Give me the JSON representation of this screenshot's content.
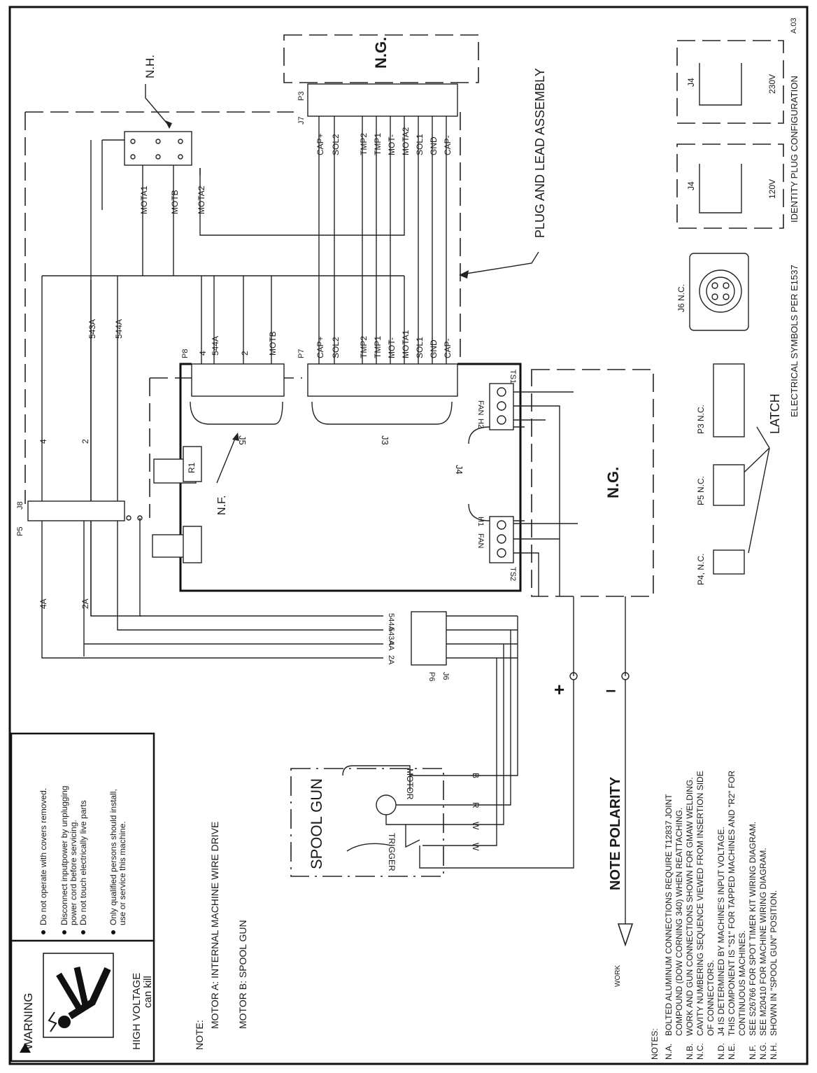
{
  "sheet_code": "A.03",
  "warning": {
    "title": "WARNING",
    "caption_line1": "HIGH VOLTAGE",
    "caption_line2": "can kill",
    "bullets": [
      "Do not operate with covers removed.",
      "Disconnect inputpower by unplugging",
      "power cord before servicing.",
      "Do not touch electrically live parts",
      "Only qualified persons should install,",
      "use or service this machine."
    ]
  },
  "motor_note": {
    "heading": "NOTE:",
    "line_a": "MOTOR A: INTERNAL MACHINE WIRE DRIVE",
    "line_b": "MOTOR B: SPOOL GUN"
  },
  "labels": {
    "nh": "N.H.",
    "ng": "N.G.",
    "nf": "N.F.",
    "plug_lead": "PLUG AND LEAD ASSEMBLY",
    "spool_gun": "SPOOL GUN",
    "motor": "MOTOR",
    "trigger": "TRIGGER",
    "note_polarity": "NOTE POLARITY",
    "work": "WORK",
    "plus": "+",
    "minus": "–",
    "latch": "LATCH",
    "elec_symbols": "ELECTRICAL SYMBOLS PER E1537",
    "identity_plug": "IDENTITY PLUG CONFIGURATION",
    "v120": "120V",
    "v230": "230V",
    "j6nc": "J6 N.C.",
    "p3nc": "P3 N.C.",
    "p5nc": "P5 N.C.",
    "p4nc": "P4, N.C.",
    "r1": "R1",
    "ts1": "TS1",
    "ts2": "TS2",
    "fan": "FAN",
    "h1": "H1",
    "h2": "H2",
    "j3": "J3",
    "j4": "J4",
    "j5": "J5",
    "j6": "J6",
    "j7": "J7",
    "j8": "J8",
    "p3": "P3",
    "p5": "P5",
    "p6": "P6",
    "p7": "P7",
    "p8": "P8"
  },
  "ng_top_wires": [
    "CAP+",
    "SOL2",
    "TMP2",
    "TMP1",
    "MOT-",
    "MOTA2",
    "SOL1",
    "GND",
    "CAP-"
  ],
  "p7_wires": [
    "CAP+",
    "SOL2",
    "TMP2",
    "TMP1",
    "MOT-",
    "MOTA1",
    "SOL1",
    "GND",
    "CAP-"
  ],
  "p8_wires": [
    "4",
    "544A",
    "2",
    "MOTB"
  ],
  "nh_wires": [
    "MOTA1",
    "MOTB",
    "MOTA2"
  ],
  "p6_wires": [
    "544A",
    "543A",
    "4A",
    "2A"
  ],
  "gun_letters": [
    "B",
    "R",
    "W",
    "W"
  ],
  "left_vertical_wires": [
    "543A",
    "544A",
    "4",
    "2",
    "4A",
    "2A"
  ],
  "notes": {
    "heading": "NOTES:",
    "items": [
      {
        "code": "N.A.",
        "text": "BOLTED ALUMINUM CONNECTIONS REQUIRE T12837 JOINT"
      },
      {
        "code": "",
        "text": "COMPOUND (DOW CORNING 340) WHEN REATTACHING."
      },
      {
        "code": "N.B.",
        "text": "WORK AND GUN CONNECTIONS SHOWN FOR GMAW WELDING."
      },
      {
        "code": "N.C.",
        "text": "CAVITY NUMBERING SEQUENCE VIEWED FROM INSERTION SIDE"
      },
      {
        "code": "",
        "text": "OF CONNECTORS."
      },
      {
        "code": "N.D.",
        "text": "J4 IS DETERMINED BY MACHINE'S INPUT VOLTAGE."
      },
      {
        "code": "N.E.",
        "text": "THIS COMPONENT IS \"S1\" FOR TAPPED MACHINES AND \"R2\" FOR"
      },
      {
        "code": "",
        "text": "CONTINUOUS MACHINES."
      },
      {
        "code": "N.F.",
        "text": "SEE S26766 FOR SPOT TIMER KIT WIRING DIAGRAM."
      },
      {
        "code": "N.G.",
        "text": "SEE M20410 FOR MACHINE WIRING DIAGRAM."
      },
      {
        "code": "N.H.",
        "text": "SHOWN IN \"SPOOL GUN\" POSITION."
      }
    ]
  }
}
